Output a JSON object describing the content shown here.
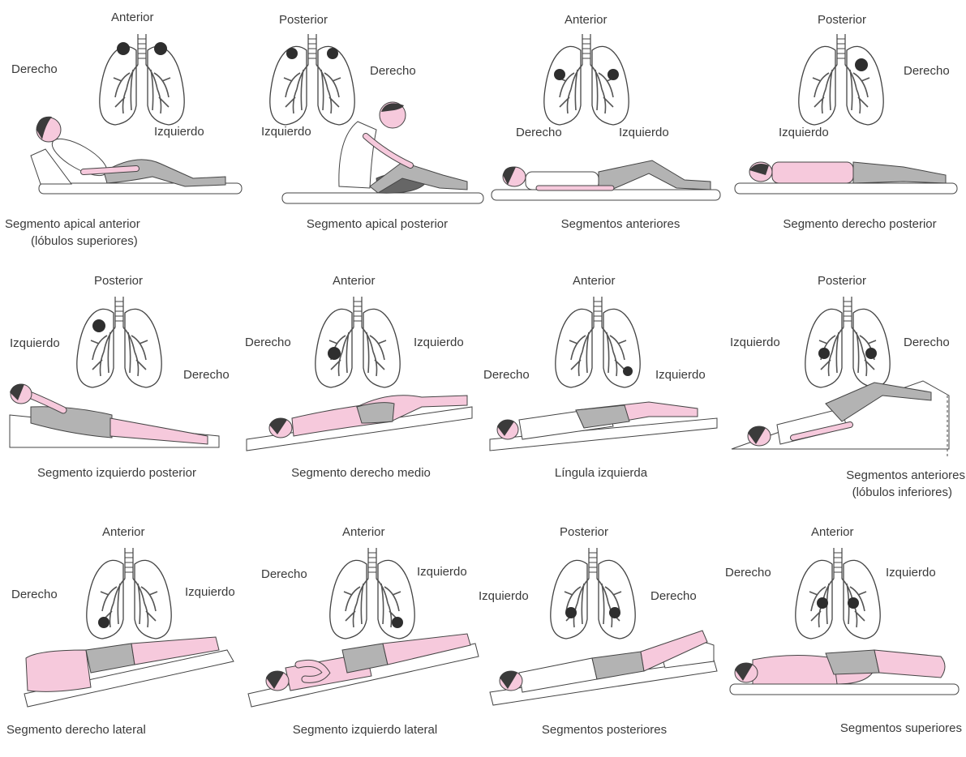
{
  "colors": {
    "skin": "#f6c9dc",
    "clothing": "#b3b3b3",
    "hair": "#3b3b3b",
    "line": "#444444",
    "focus": "#2e2e2e"
  },
  "panels": [
    {
      "view": "Anterior",
      "left_label": "Derecho",
      "right_label": "Izquierdo",
      "caption": "Segmento apical anterior",
      "caption2": "(lóbulos superiores)",
      "posture": "reclined-sitting",
      "focus": "upper-apex"
    },
    {
      "view": "Posterior",
      "left_label": "Izquierdo",
      "right_label": "Derecho",
      "caption": "Segmento apical posterior",
      "caption2": "",
      "posture": "sitting-leaning-forward",
      "focus": "upper-apex"
    },
    {
      "view": "Anterior",
      "left_label": "Derecho",
      "right_label": "Izquierdo",
      "caption": "Segmentos anteriores",
      "caption2": "",
      "posture": "supine-flat",
      "focus": "upper-anterior"
    },
    {
      "view": "Posterior",
      "left_label": "Izquierdo",
      "right_label": "Derecho",
      "caption": "Segmento derecho posterior",
      "caption2": "",
      "posture": "prone-flat",
      "focus": "right-upper-posterior"
    },
    {
      "view": "Posterior",
      "left_label": "Izquierdo",
      "right_label": "Derecho",
      "caption": "Segmento izquierdo posterior",
      "caption2": "",
      "posture": "side-lying-elevated",
      "focus": "left-upper-posterior"
    },
    {
      "view": "Anterior",
      "left_label": "Derecho",
      "right_label": "Izquierdo",
      "caption": "Segmento derecho medio",
      "caption2": "",
      "posture": "supine-head-down",
      "focus": "right-middle"
    },
    {
      "view": "Anterior",
      "left_label": "Derecho",
      "right_label": "Izquierdo",
      "caption": "Língula izquierda",
      "caption2": "",
      "posture": "supine-head-down",
      "focus": "lingula"
    },
    {
      "view": "Posterior",
      "left_label": "Izquierdo",
      "right_label": "Derecho",
      "caption": "Segmentos anteriores",
      "caption2": "(lóbulos inferiores)",
      "posture": "supine-head-down-steep",
      "focus": "lower-anterior"
    },
    {
      "view": "Anterior",
      "left_label": "Derecho",
      "right_label": "Izquierdo",
      "caption": "Segmento derecho lateral",
      "caption2": "",
      "posture": "side-lying-head-down",
      "focus": "right-lower-lateral"
    },
    {
      "view": "Anterior",
      "left_label": "Derecho",
      "right_label": "Izquierdo",
      "caption": "Segmento izquierdo lateral",
      "caption2": "",
      "posture": "side-lying-head-down",
      "focus": "left-lower-lateral"
    },
    {
      "view": "Posterior",
      "left_label": "Izquierdo",
      "right_label": "Derecho",
      "caption": "Segmentos posteriores",
      "caption2": "",
      "posture": "prone-head-down",
      "focus": "lower-posterior"
    },
    {
      "view": "Anterior",
      "left_label": "Derecho",
      "right_label": "Izquierdo",
      "caption": "Segmentos superiores",
      "caption2": "",
      "posture": "prone-flat-pillow",
      "focus": "lower-superior"
    }
  ]
}
